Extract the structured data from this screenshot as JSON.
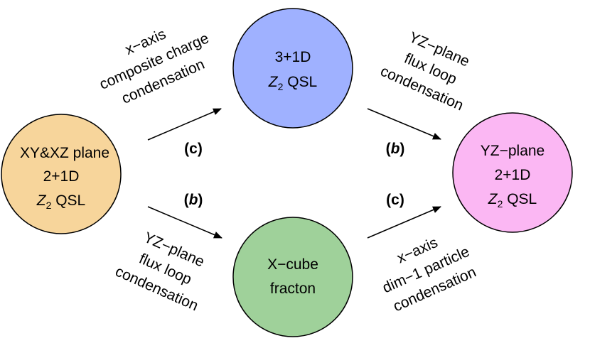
{
  "colors": {
    "node_left": "#f7d59b",
    "node_top": "#9fb1ff",
    "node_bottom": "#9fd19a",
    "node_right": "#fbb7f3",
    "stroke": "#000000"
  },
  "nodes": {
    "left": {
      "line1": "XY&XZ plane",
      "line2": "2+1D",
      "line3_main": "Z",
      "line3_sub": "2",
      "line3_rest": " QSL"
    },
    "top": {
      "line1": "3+1D",
      "line2_main": "Z",
      "line2_sub": "2",
      "line2_rest": " QSL"
    },
    "bottom": {
      "line1": "X−cube",
      "line2": "fracton"
    },
    "right": {
      "line1": "YZ−plane",
      "line2": "2+1D",
      "line3_main": "Z",
      "line3_sub": "2",
      "line3_rest": " QSL"
    }
  },
  "edges": {
    "left_to_top": {
      "label_lines": [
        "x−axis",
        "composite charge",
        "condensation"
      ],
      "tag_open": "(",
      "tag_letter": "c",
      "tag_close": ")"
    },
    "left_to_bottom": {
      "label_lines": [
        "YZ−plane",
        "flux loop",
        "condensation"
      ],
      "tag_open": "(",
      "tag_letter": "b",
      "tag_close": ")"
    },
    "top_to_right": {
      "label_lines": [
        "YZ−plane",
        "flux loop",
        "condensation"
      ],
      "tag_open": "(",
      "tag_letter": "b",
      "tag_close": ")"
    },
    "bottom_to_right": {
      "label_lines": [
        "x−axis",
        "dim−1 particle",
        "condensation"
      ],
      "tag_open": "(",
      "tag_letter": "c",
      "tag_close": ")"
    }
  }
}
